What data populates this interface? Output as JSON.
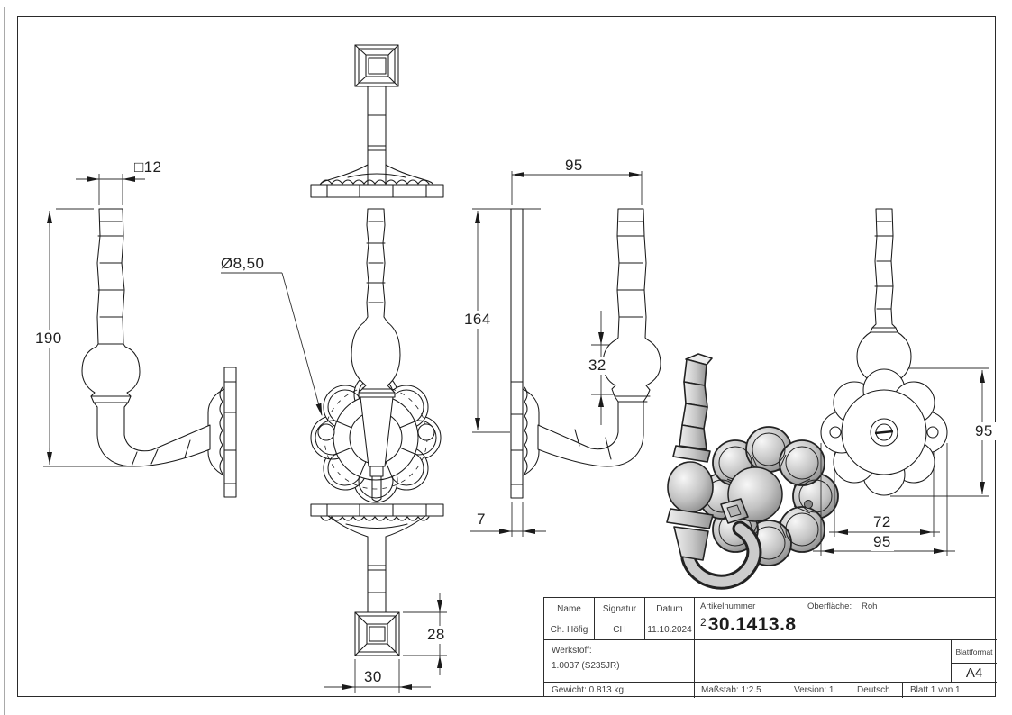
{
  "dimensions": {
    "stem_square": "□12",
    "overall_height": "190",
    "hole_diameter": "Ø8,50",
    "depth_top": "95",
    "height_to_plate": "164",
    "belly_height": "32",
    "plate_thickness": "7",
    "knob_height": "28",
    "knob_width": "30",
    "plate_height": "95",
    "hole_spacing": "72",
    "plate_width": "95"
  },
  "title_block": {
    "name_label": "Name",
    "signature_label": "Signatur",
    "date_label": "Datum",
    "name": "Ch. Höfig",
    "signature": "CH",
    "date": "11.10.2024",
    "article_label": "Artikelnummer",
    "article_sup": "2",
    "article_number": "30.1413.8",
    "surface_label": "Oberfläche:",
    "surface_value": "Roh",
    "material_label": "Werkstoff:",
    "material_value": "1.0037 (S235JR)",
    "weight": "Gewicht: 0.813 kg",
    "scale": "Maßstab: 1:2.5",
    "version": "Version: 1",
    "language": "Deutsch",
    "sheet": "Blatt 1 von 1",
    "format_label": "Blattformat",
    "format_value": "A4"
  }
}
